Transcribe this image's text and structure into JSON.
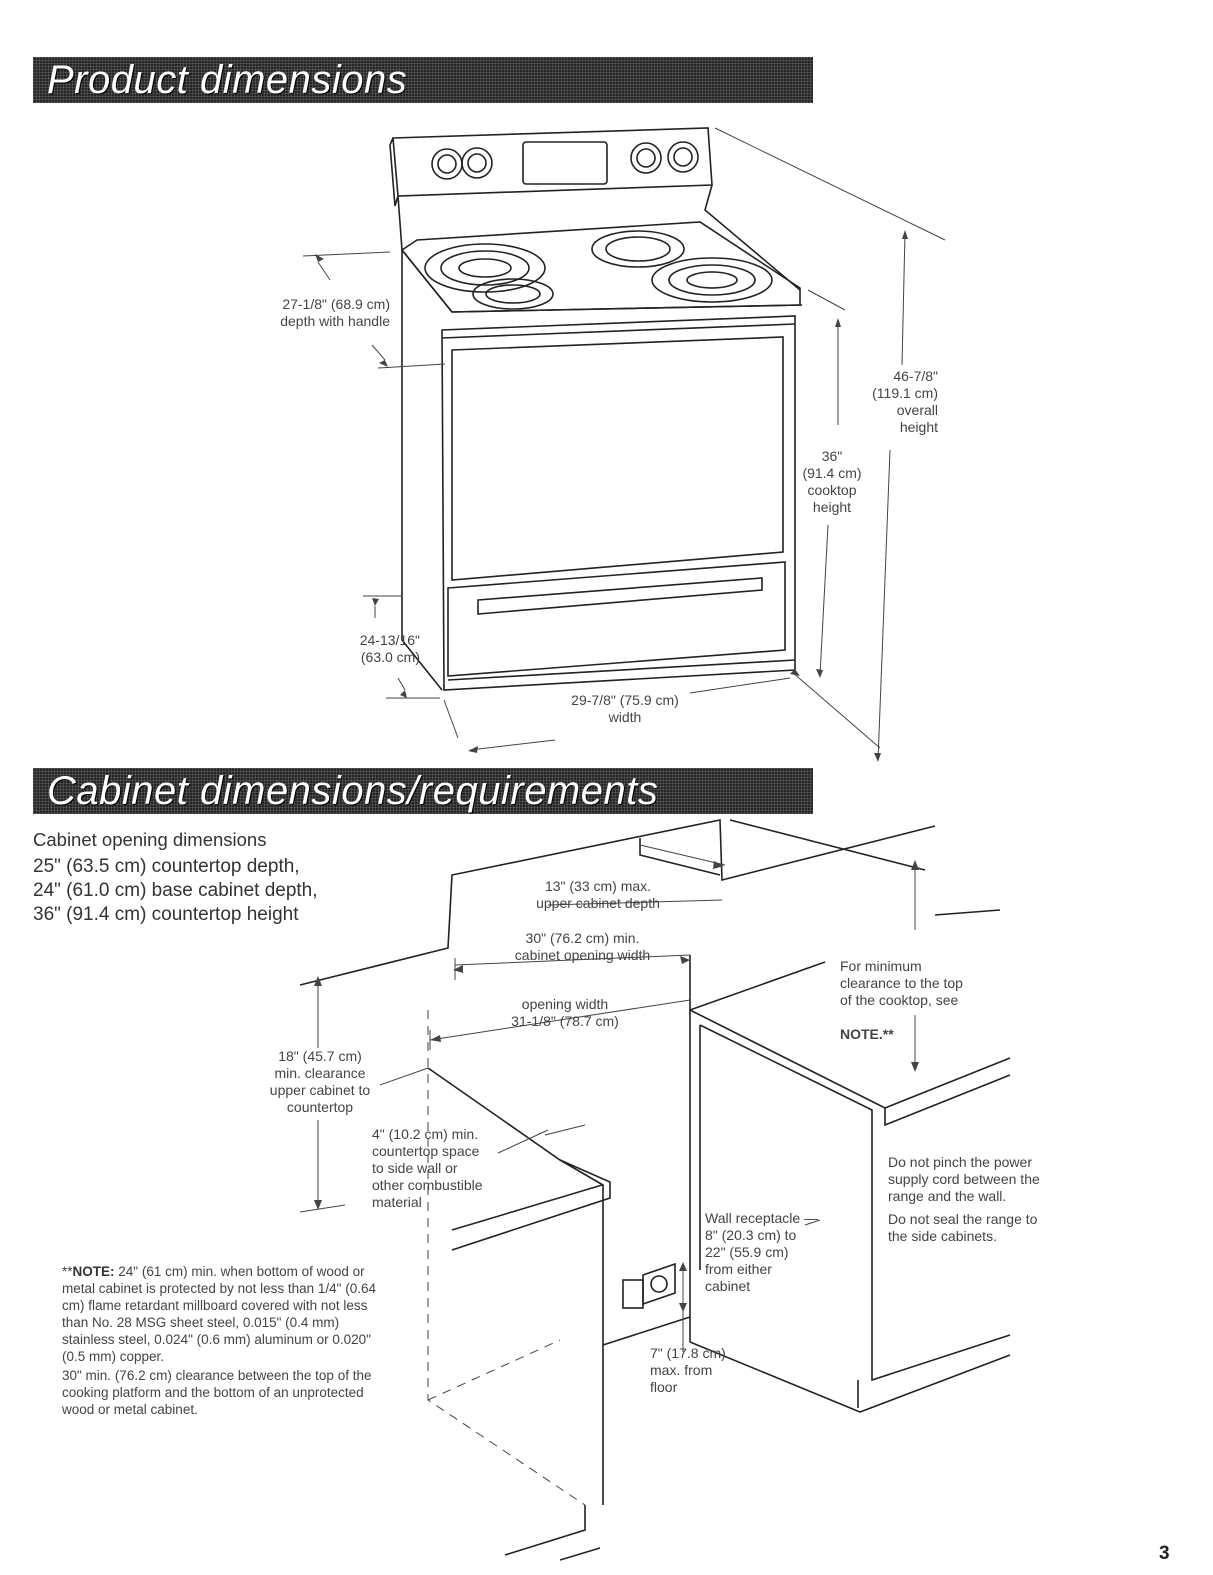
{
  "sections": {
    "product_title": "Product dimensions",
    "cabinet_title": "Cabinet dimensions/requirements"
  },
  "range_labels": {
    "depth_handle": "27-1/8\" (68.9 cm)\ndepth with handle",
    "depth_body": "24-13/16\"\n(63.0 cm)",
    "width": "29-7/8\" (75.9 cm)\nwidth",
    "cooktop_height": "36\"\n(91.4 cm)\ncooktop\nheight",
    "overall_height": "46-7/8\"\n(119.1 cm)\noverall\nheight"
  },
  "cabinet": {
    "intro_heading": "Cabinet opening dimensions",
    "intro_lines": [
      "25\" (63.5 cm) countertop depth,",
      "24\" (61.0 cm) base cabinet depth,",
      "36\" (91.4 cm) countertop height"
    ],
    "upper_depth": "13\" (33 cm) max.\nupper cabinet depth",
    "opening_min": "30\" (76.2 cm) min.\ncabinet opening width",
    "opening_width": "opening width\n31-1/8\" (78.7 cm)",
    "clearance_upper": "18\" (45.7 cm)\nmin. clearance\nupper cabinet to\ncountertop",
    "countertop_space": "4\" (10.2 cm) min.\ncountertop space\nto side wall or\nother combustible\nmaterial",
    "min_clearance_text": "For minimum\nclearance to the top\nof the cooktop, see",
    "min_clearance_note": "NOTE.**",
    "receptacle": "Wall receptacle —\n8\" (20.3 cm) to\n22\" (55.9 cm)\nfrom either\ncabinet",
    "floor_max": "7\" (17.8 cm)\nmax. from\nfloor",
    "pinch_warning": "Do not pinch the power\nsupply cord between the\nrange and the wall.",
    "seal_warning": "Do not seal the range to\nthe side cabinets."
  },
  "note": {
    "prefix": "**",
    "heading": "NOTE:",
    "body": " 24\" (61 cm) min. when bottom of wood or metal cabinet is protected by not less than 1/4\" (0.64 cm) flame retardant millboard covered with not less than No. 28 MSG sheet steel, 0.015\" (0.4 mm) stainless steel, 0.024\" (0.6 mm) aluminum or 0.020\" (0.5 mm) copper.",
    "second": "30\" min. (76.2 cm) clearance between the top of the cooking platform and the bottom of an unprotected wood or metal cabinet."
  },
  "page_number": "3"
}
